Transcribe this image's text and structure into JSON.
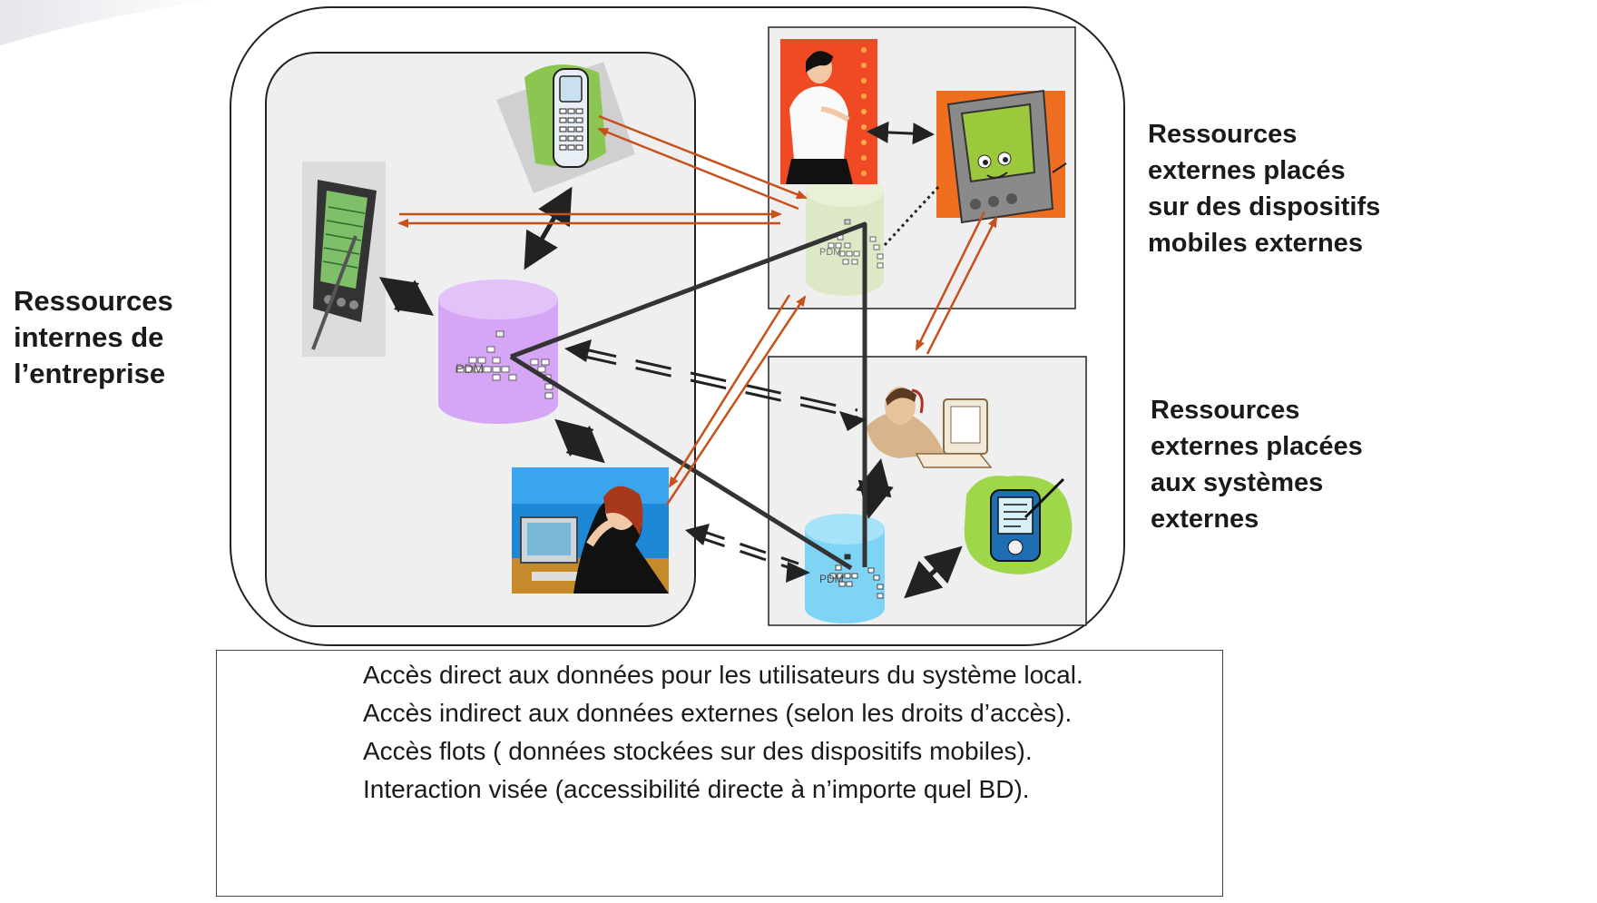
{
  "regions": {
    "internal_label": [
      "Ressources",
      "internes de",
      "l’entreprise"
    ],
    "mobile_label": [
      "Ressources",
      "externes placés",
      "sur des dispositifs",
      "mobiles externes"
    ],
    "external_systems_label": [
      "Ressources",
      "externes placées",
      "aux systèmes",
      "externes"
    ]
  },
  "databases": {
    "internal_db_label": "PDM",
    "mobile_db_label": "PDM",
    "external_db_label": "PDM"
  },
  "legend": {
    "items": [
      {
        "text": "Accès direct aux données pour les utilisateurs du système local."
      },
      {
        "text": "Accès indirect aux données externes (selon les droits d’accès)."
      },
      {
        "text": "Accès flots ( données stockées sur des dispositifs mobiles)."
      },
      {
        "text": "Interaction visée (accessibilité directe à n’importe quel BD)."
      }
    ]
  },
  "colors": {
    "orange_flow": "#c8501a",
    "black_arrow": "#222222",
    "internal_db": "#d9a8f5",
    "mobile_db": "#dde8c8",
    "external_db": "#7fd4f5",
    "panel_bg": "#efefef"
  }
}
